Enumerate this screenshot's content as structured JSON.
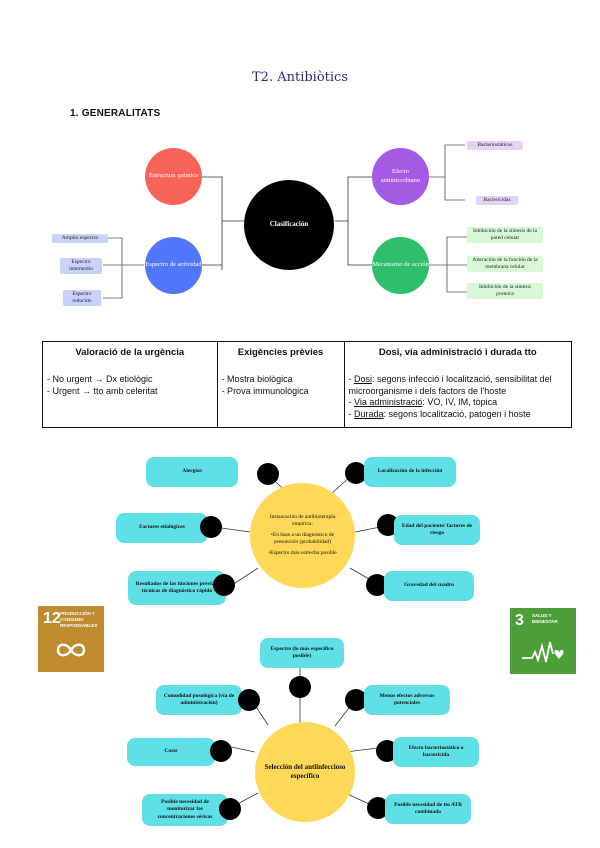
{
  "document": {
    "title": "T2. Antibiòtics",
    "section_heading": "1. GENERALITATS"
  },
  "classification_map": {
    "center": "Clasificación",
    "branches": [
      {
        "label": "Estructura química",
        "color": "#f96459",
        "children": []
      },
      {
        "label": "Espectro de actividad",
        "color": "#5176fa",
        "children": [
          "Amplio espectro",
          "Espectro intermedio",
          "Espectro reducido"
        ]
      },
      {
        "label": "Efecto antimicrobiano",
        "color": "#a45ae3",
        "children": [
          "Bacteriostáticos",
          "Bactericidas"
        ]
      },
      {
        "label": "Mecanismo de acción",
        "color": "#2dbf6b",
        "children": [
          "Inhibición de la síntesis de la pared celular",
          "Alteración de la función de la membrana celular",
          "Inhibición de la síntesis proteica"
        ]
      }
    ]
  },
  "info_table": {
    "columns": [
      {
        "header": "Valoració de la urgència",
        "lines": [
          "- No urgent → Dx etiològic",
          "- Urgent → tto amb celeritat"
        ]
      },
      {
        "header": "Exigències prèvies",
        "lines": [
          "- Mostra biològica",
          "- Prova immunològica"
        ]
      },
      {
        "header": "Dosi, via administració i durada tto",
        "items": [
          {
            "key": "Dosi",
            "text": ": segons infecció i localització, sensibilitat del microorganisme i dels factors de l'hoste"
          },
          {
            "key": "Via administració",
            "text": ": VO, IV, IM, tòpica"
          },
          {
            "key": "Durada",
            "text": ": segons localització, patogen i hoste"
          }
        ]
      }
    ]
  },
  "empirical_map": {
    "center": {
      "heading": "Instauración de antibioterapia empírica:",
      "bullets": [
        "•En base a un diagnóstico de presunción (probabilidad)",
        "•Espectro más estrecho posible"
      ]
    },
    "left": [
      "Alergias",
      "Factores etiológicos",
      "Resultados de las tinciones previas/ técnicas de diagnóstico rápido"
    ],
    "right": [
      "Localización de la infección",
      "Edad del paciente/ factores de riesgo",
      "Gravedad del cuadro"
    ]
  },
  "specific_map": {
    "center": "Selección del antiinfeccioso específico",
    "top": "Espectro (lo más específico posible)",
    "left": [
      "Comodidad posológica (vía de administración)",
      "Coste",
      "Posible necesidad de monitorizar las concentraciones séricas"
    ],
    "right": [
      "Menos efectos adversos potenciales",
      "Efecto bacteriostático o bactericida",
      "Posible necesidad de tto ATB combinado"
    ]
  },
  "sdg_badges": [
    {
      "number": "12",
      "label": "Producción y consumo responsables",
      "icon": "infinity-icon",
      "color": "#bf8b2e"
    },
    {
      "number": "3",
      "label": "Salud y bienestar",
      "icon": "heartbeat-icon",
      "color": "#4c9f38"
    }
  ]
}
